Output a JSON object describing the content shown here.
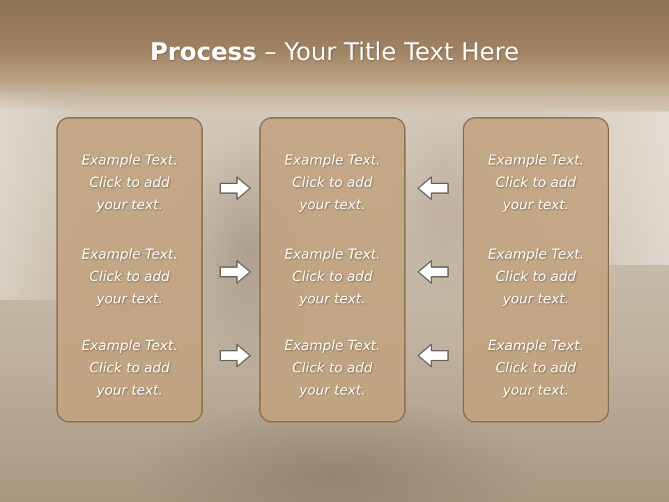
{
  "slide": {
    "title_bold": "Process",
    "title_rest": " – Your Title Text Here",
    "accent_color": "#c2a380",
    "panels": [
      {
        "items": [
          "Example Text.\nClick  to add\nyour text.",
          "Example Text.\nClick  to add\nyour text.",
          "Example Text.\nClick  to add\nyour text."
        ]
      },
      {
        "items": [
          "Example Text.\nClick  to add\nyour text.",
          "Example Text.\nClick  to add\nyour text.",
          "Example Text.\nClick  to add\nyour text."
        ]
      },
      {
        "items": [
          "Example Text.\nClick  to add\nyour text.",
          "Example Text.\nClick  to add\nyour text.",
          "Example Text.\nClick  to add\nyour text."
        ]
      }
    ],
    "arrows": [
      {
        "icon": "arrow-right-icon",
        "direction": "right"
      },
      {
        "icon": "arrow-left-icon",
        "direction": "left"
      }
    ]
  }
}
